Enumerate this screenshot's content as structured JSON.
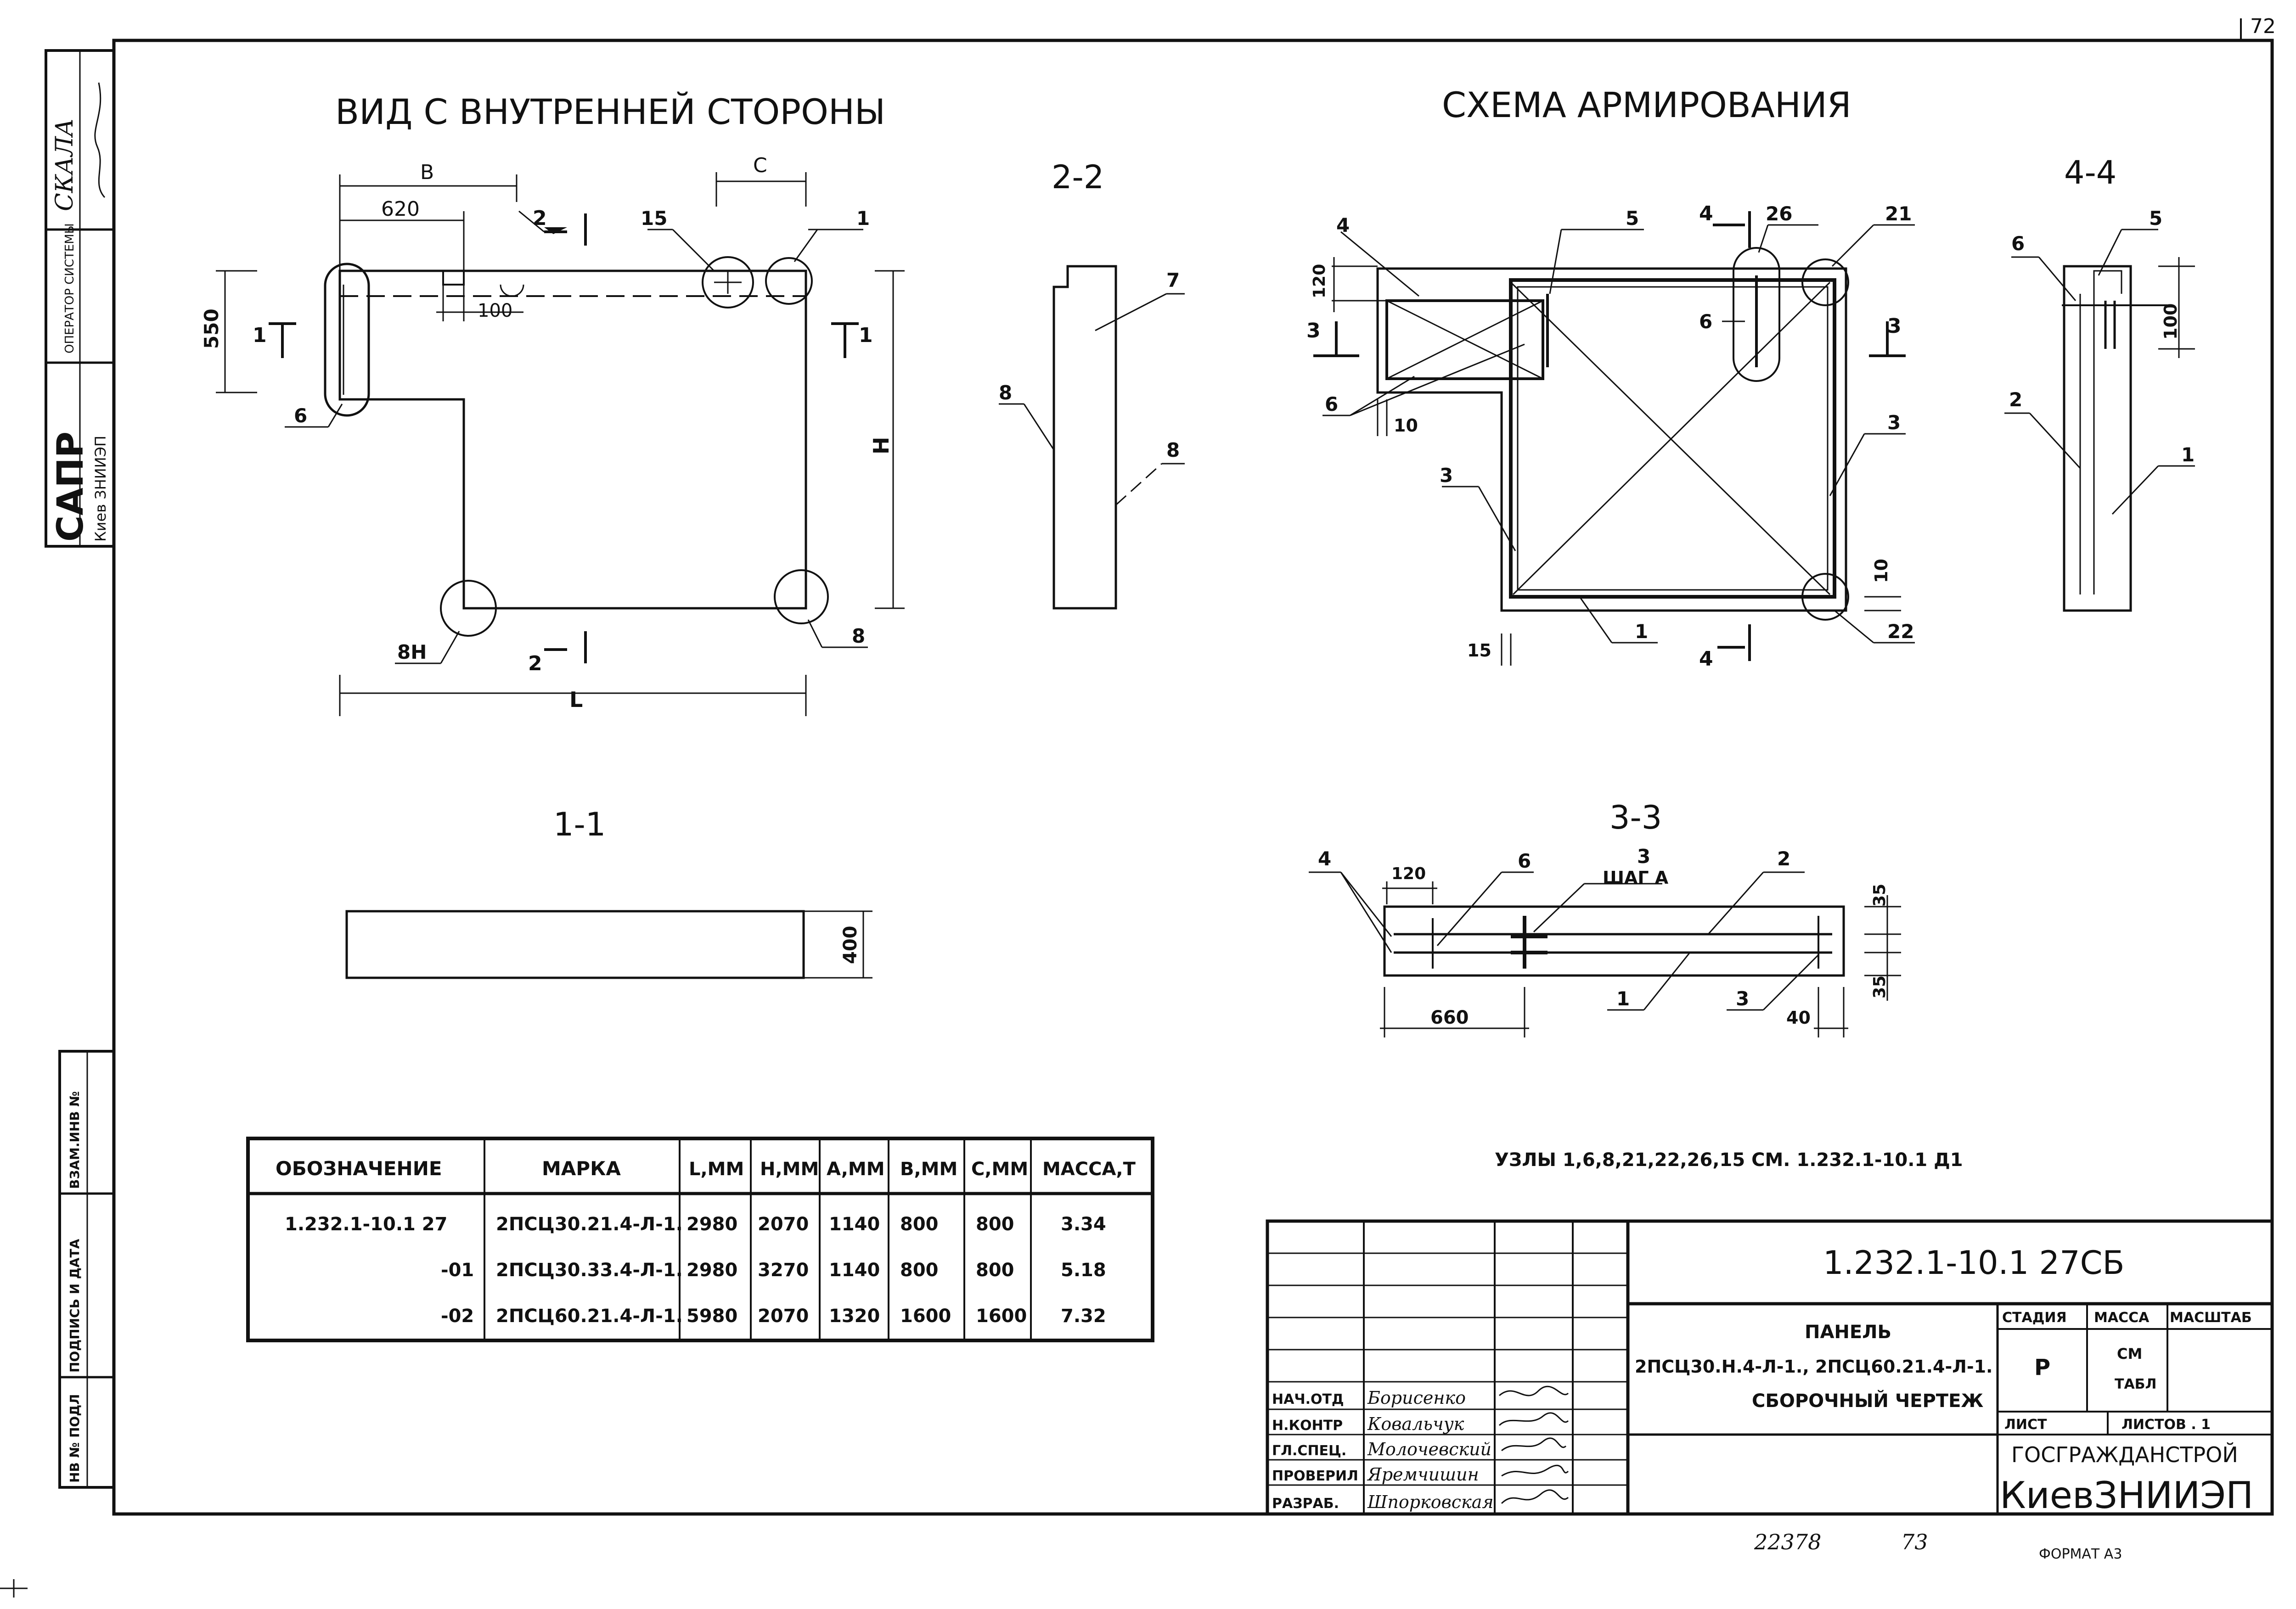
{
  "page_number": "72",
  "titles": {
    "inner_view": "ВИД С ВНУТРЕННЕЙ СТОРОНЫ",
    "reinforcement": "СХЕМА АРМИРОВАНИЯ",
    "section_2_2": "2-2",
    "section_4_4": "4-4",
    "section_1_1": "1-1",
    "section_3_3": "3-3"
  },
  "dims": {
    "b": "B",
    "d620": "620",
    "c": "C",
    "d550": "550",
    "d100": "100",
    "h": "H",
    "l": "L",
    "d400": "400",
    "d120": "120",
    "d10": "10",
    "d15": "15",
    "d660": "660",
    "d40": "40",
    "d35": "35",
    "step": "ШАГ А"
  },
  "callouts": {
    "c1": "1",
    "c2": "2",
    "c3": "3",
    "c4": "4",
    "c5": "5",
    "c6": "6",
    "c7": "7",
    "c8": "8",
    "c8n": "8Н",
    "c15": "15",
    "c21": "21",
    "c22": "22",
    "c26": "26"
  },
  "nodes_note": "УЗЛЫ 1,6,8,21,22,26,15 СМ. 1.232.1-10.1 Д1",
  "left_stamp": {
    "scale": "СКАЛА",
    "operator": "ОПЕРАТОР СИСТЕМЫ",
    "sapr": "САПР",
    "org": "Киев ЗНИИЭП",
    "inv": "ВЗАМ.ИНВ №",
    "sign_date": "ПОДПИСЬ И ДАТА",
    "inv_orig": "НВ № ПОДЛ"
  },
  "spec_table": {
    "headers": [
      "ОБОЗНАЧЕНИЕ",
      "МАРКА",
      "L,ММ",
      "H,ММ",
      "A,ММ",
      "B,ММ",
      "C,ММ",
      "МАССА,Т"
    ],
    "rows": [
      [
        "1.232.1-10.1 27",
        "2ПСЦ30.21.4-Л-1.",
        "2980",
        "2070",
        "1140",
        "800",
        "800",
        "3.34"
      ],
      [
        "-01",
        "2ПСЦ30.33.4-Л-1.",
        "2980",
        "3270",
        "1140",
        "800",
        "800",
        "5.18"
      ],
      [
        "-02",
        "2ПСЦ60.21.4-Л-1.",
        "5980",
        "2070",
        "1320",
        "1600",
        "1600",
        "7.32"
      ]
    ]
  },
  "title_block": {
    "code": "1.232.1-10.1 27СБ",
    "name1": "ПАНЕЛЬ",
    "name2": "2ПСЦ30.Н.4-Л-1., 2ПСЦ60.21.4-Л-1.",
    "name3": "СБОРОЧНЫЙ ЧЕРТЕЖ",
    "stage_h": "СТАДИЯ",
    "mass_h": "МАССА",
    "scale_h": "МАСШТАБ",
    "stage": "Р",
    "mass1": "СМ",
    "mass2": "ТАБЛ",
    "sheet": "ЛИСТ",
    "sheets": "ЛИСТОВ . 1",
    "org1": "ГОСГРАЖДАНСТРОЙ",
    "org2": "КиевЗНИИЭП",
    "roles": [
      "НАЧ.ОТД",
      "Н.КОНТР",
      "ГЛ.СПЕЦ.",
      "ПРОВЕРИЛ",
      "РАЗРАБ."
    ],
    "names": [
      "Борисенко",
      "Ковальчук",
      "Молочевский",
      "Яремчишин",
      "Шпорковская"
    ]
  },
  "footer": {
    "num1": "22378",
    "num2": "73",
    "format": "ФОРМАТ А3"
  }
}
